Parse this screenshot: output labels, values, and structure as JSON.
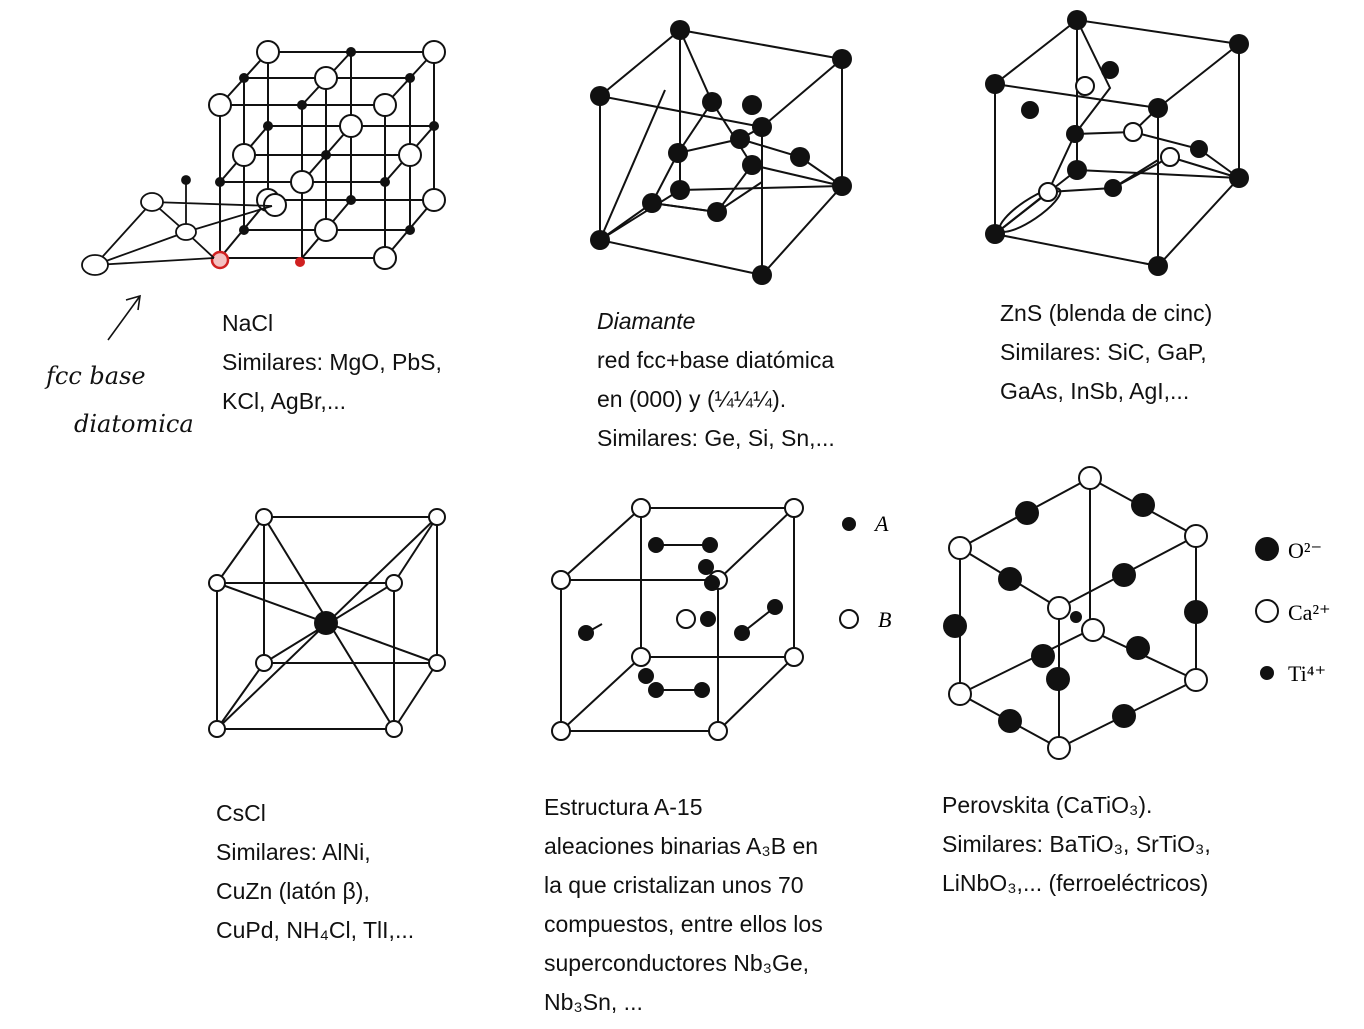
{
  "panels": [
    {
      "id": "nacl",
      "lines": [
        "NaCl",
        "Similares: MgO, PbS,",
        "KCl, AgBr,..."
      ]
    },
    {
      "id": "diamante",
      "title": "Diamante",
      "lines": [
        "red fcc+base diatómica",
        "en (000) y (¼¼¼).",
        "Similares: Ge, Si, Sn,..."
      ]
    },
    {
      "id": "zns",
      "lines": [
        "ZnS (blenda de cinc)",
        "Similares: SiC, GaP,",
        "GaAs, InSb,  AgI,..."
      ]
    },
    {
      "id": "cscl",
      "lines": [
        "CsCl",
        "Similares: AlNi,",
        "CuZn (latón β),",
        "CuPd, NH₄Cl, TlI,..."
      ]
    },
    {
      "id": "a15",
      "lines": [
        "Estructura A-15",
        "aleaciones binarias A₃B en",
        "la que cristalizan unos 70",
        "compuestos, entre ellos los",
        "superconductores Nb₃Ge,",
        "Nb₃Sn, ..."
      ]
    },
    {
      "id": "perovskita",
      "lines": [
        "Perovskita (CaTiO₃).",
        "Similares: BaTiO₃, SrTiO₃,",
        "LiNbO₃,... (ferroeléctricos)"
      ]
    }
  ],
  "a15_legend": {
    "a": "A",
    "b": "B"
  },
  "perovskita_legend": {
    "o": "O²⁻",
    "ca": "Ca²⁺",
    "ti": "Ti⁴⁺"
  },
  "handwritten": {
    "line1": "fcc base",
    "line2": "diatomica"
  },
  "colors": {
    "ink": "#111111",
    "annotation_red": "#d02020"
  }
}
